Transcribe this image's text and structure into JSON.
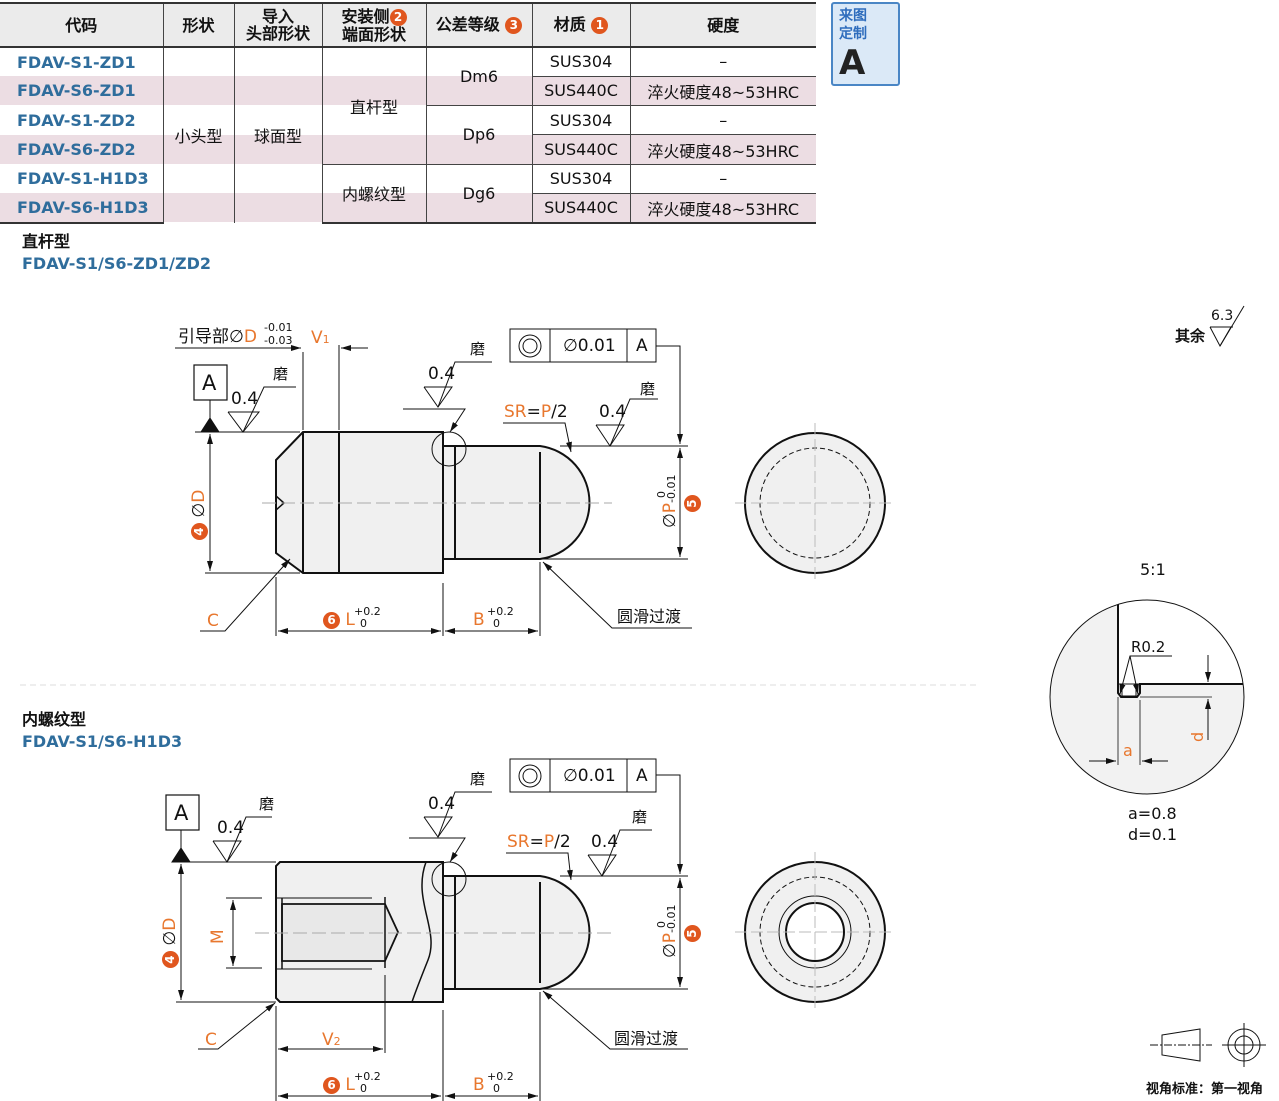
{
  "table": {
    "headers": {
      "code": "代码",
      "shape": "形状",
      "head_shape_1": "导入",
      "head_shape_2": "头部形状",
      "end_shape_1": "安装侧",
      "end_shape_2": "端面形状",
      "end_badge": "2",
      "tolerance": "公差等级",
      "tolerance_badge": "3",
      "material": "材质",
      "material_badge": "1",
      "hardness": "硬度"
    },
    "shape": "小头型",
    "head_shape": "球面型",
    "end_shapes": [
      "直杆型",
      "内螺纹型"
    ],
    "tolerances": [
      "Dm6",
      "Dp6",
      "Dg6"
    ],
    "rows": [
      {
        "code": "FDAV-S1-ZD1",
        "material": "SUS304",
        "hardness": "–"
      },
      {
        "code": "FDAV-S6-ZD1",
        "material": "SUS440C",
        "hardness": "淬火硬度48~53HRC"
      },
      {
        "code": "FDAV-S1-ZD2",
        "material": "SUS304",
        "hardness": "–"
      },
      {
        "code": "FDAV-S6-ZD2",
        "material": "SUS440C",
        "hardness": "淬火硬度48~53HRC"
      },
      {
        "code": "FDAV-S1-H1D3",
        "material": "SUS304",
        "hardness": "–"
      },
      {
        "code": "FDAV-S6-H1D3",
        "material": "SUS440C",
        "hardness": "淬火硬度48~53HRC"
      }
    ],
    "stripe_color": "#ecdde3"
  },
  "custom_badge": {
    "line1": "来图",
    "line2": "定制",
    "letter": "A"
  },
  "sections": {
    "straight": {
      "title": "直杆型",
      "code": "FDAV-S1/S6-ZD1/ZD2"
    },
    "thread": {
      "title": "内螺纹型",
      "code": "FDAV-S1/S6-H1D3"
    }
  },
  "drawing": {
    "guide_label": "引导部",
    "dia": "∅",
    "D": "D",
    "guide_tol_upper": "-0.01",
    "guide_tol_lower": "-0.03",
    "V1": "V",
    "V1_sub": "1",
    "V2": "V",
    "V2_sub": "2",
    "datum": "A",
    "roughness": "0.4",
    "grind": "磨",
    "sr": "SR",
    "eq": "=",
    "p": "P",
    "sr_rest": "/2",
    "gdt_symbol": "◎",
    "gdt_value": "∅0.01",
    "gdt_datum": "A",
    "C": "C",
    "L": "L",
    "B": "B",
    "M": "M",
    "tol_plus": "+0.2",
    "tol_zero": "0",
    "p_tol_upper": "0",
    "p_tol_lower": "-0.01",
    "smooth": "圆滑过渡",
    "badge_4": "4",
    "badge_5": "5",
    "badge_6": "6",
    "rest_label": "其余",
    "rest_roughness": "6.3",
    "scale": "5:1",
    "radius": "R0.2",
    "a": "a",
    "d": "d",
    "a_value": "a=0.8",
    "d_value": "d=0.1",
    "projection": "视角标准：第一视角"
  },
  "colors": {
    "accent": "#e8772e",
    "badge": "#e0561e",
    "code": "#2f6d9c"
  }
}
